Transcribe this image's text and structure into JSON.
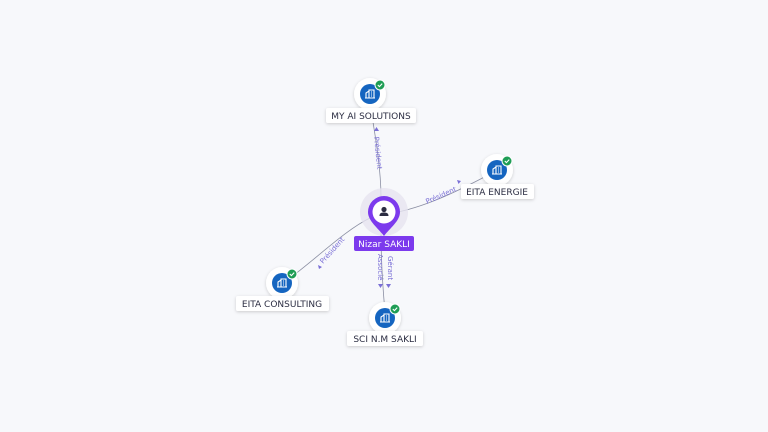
{
  "center": {
    "name": "Nizar SAKLI",
    "icon": "person-icon",
    "color": "#7c3aed"
  },
  "companies": [
    {
      "id": "my-ai-solutions",
      "name": "MY AI SOLUTIONS",
      "relation": [
        "Président"
      ],
      "icon": "building-icon",
      "badge": "verified-check-icon"
    },
    {
      "id": "eita-energie",
      "name": "EITA ENERGIE",
      "relation": [
        "Président"
      ],
      "icon": "building-icon",
      "badge": "verified-check-icon"
    },
    {
      "id": "eita-consulting",
      "name": "EITA CONSULTING",
      "relation": [
        "Président"
      ],
      "icon": "building-icon",
      "badge": "verified-check-icon"
    },
    {
      "id": "sci-nm-sakli",
      "name": "SCI N.M SAKLI",
      "relation": [
        "Gérant",
        "Associé"
      ],
      "icon": "building-icon",
      "badge": "verified-check-icon"
    }
  ],
  "colors": {
    "edge": "#8b8fa3",
    "edge_label": "#7a6fd6",
    "node_blue": "#1565c0",
    "badge_green": "#1f9d55",
    "center_purple": "#7c3aed"
  }
}
